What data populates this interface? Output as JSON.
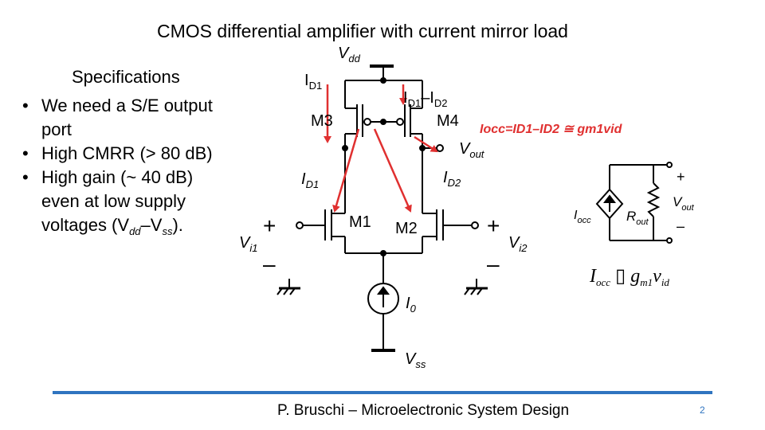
{
  "title": "CMOS differential amplifier with current mirror load",
  "specifications": {
    "heading": "Specifications",
    "items": [
      {
        "line1": "We need a S/E output",
        "line2": "port"
      },
      {
        "line1": "High CMRR (> 80 dB)",
        "line2": ""
      },
      {
        "line1": "High gain (~ 40 dB)",
        "line2": "even at low supply",
        "line3_pre": "voltages (V",
        "line3_sub1": "dd",
        "line3_mid": "–V",
        "line3_sub2": "ss",
        "line3_post": ")."
      }
    ]
  },
  "circuit": {
    "vdd": "V",
    "vdd_sub": "dd",
    "vss": "V",
    "vss_sub": "ss",
    "m1": "M1",
    "m2": "M2",
    "m3": "M3",
    "m4": "M4",
    "id1_top": "I",
    "id1_top_sub": "D1",
    "id_diff": "I",
    "id_diff_sub1": "D1",
    "id_diff_mid": "–I",
    "id_diff_sub2": "D2",
    "id1": "I",
    "id1_sub": "D1",
    "id2": "I",
    "id2_sub": "D2",
    "vout": "V",
    "vout_sub": "out",
    "i0": "I",
    "i0_sub": "0",
    "vi1": "V",
    "vi1_sub": "i1",
    "vi2": "V",
    "vi2_sub": "i2",
    "plus": "+",
    "minus": "–"
  },
  "equation_red": "Iocc=ID1–ID2 ≅ gm1vid",
  "norton": {
    "iocc": "I",
    "iocc_sub": "occ",
    "rout": "R",
    "rout_sub": "out",
    "vout": "V",
    "vout_sub": "out",
    "plus": "+",
    "minus": "–"
  },
  "equation_black": {
    "lhs": "I",
    "lhs_sub": "occ",
    "symbol": "▯",
    "rhs": "g",
    "rhs_sub": "m1",
    "rhs2": "v",
    "rhs2_sub": "id"
  },
  "footer": "P. Bruschi – Microelectronic System Design",
  "page_number": "2",
  "colors": {
    "arrow": "#e03030",
    "rule": "#2f74c0"
  }
}
